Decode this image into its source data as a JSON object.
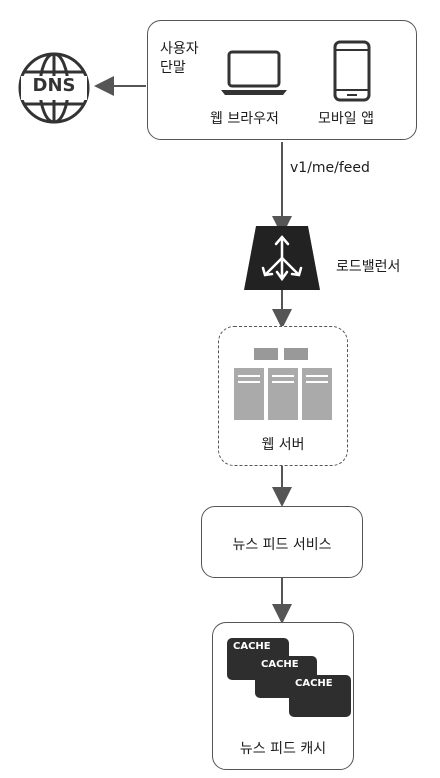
{
  "client": {
    "title": "사용자\n단말",
    "web_label": "웹 브라우저",
    "mobile_label": "모바일 앱"
  },
  "dns": {
    "label": "DNS"
  },
  "request": {
    "path": "v1/me/feed"
  },
  "load_balancer": {
    "label": "로드밸런서"
  },
  "web_server": {
    "label": "웹 서버"
  },
  "news_feed_service": {
    "label": "뉴스 피드 서비스"
  },
  "news_feed_cache": {
    "label": "뉴스 피드 캐시",
    "cards": [
      "CACHE",
      "CACHE",
      "CACHE"
    ]
  }
}
